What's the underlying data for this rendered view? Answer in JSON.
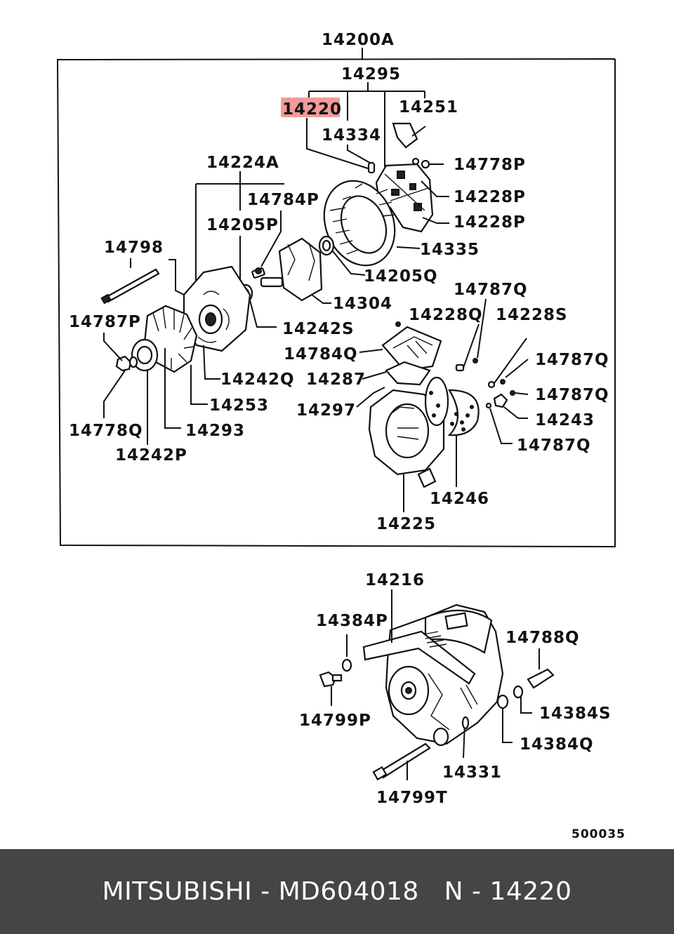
{
  "colors": {
    "highlight": "#f39a9a",
    "footer_bg": "#454545",
    "footer_text": "#ffffff"
  },
  "labels": {
    "assembly": "14200A",
    "brush_set": "14295",
    "highlighted": "14220",
    "l14251": "14251",
    "l14334": "14334",
    "l14778P": "14778P",
    "l14228P_a": "14228P",
    "l14228P_b": "14228P",
    "l14224A": "14224A",
    "l14784P": "14784P",
    "l14205P": "14205P",
    "l14335": "14335",
    "l14798": "14798",
    "l14205Q": "14205Q",
    "l14304": "14304",
    "l14787Q_a": "14787Q",
    "l14787P": "14787P",
    "l14242S": "14242S",
    "l14228Q": "14228Q",
    "l14228S": "14228S",
    "l14784Q": "14784Q",
    "l14787Q_b": "14787Q",
    "l14242Q": "14242Q",
    "l14287": "14287",
    "l14787Q_c": "14787Q",
    "l14253": "14253",
    "l14297": "14297",
    "l14243": "14243",
    "l14778Q": "14778Q",
    "l14293": "14293",
    "l14787Q_d": "14787Q",
    "l14242P": "14242P",
    "l14246": "14246",
    "l14225": "14225",
    "l14216": "14216",
    "l14384P": "14384P",
    "l14788Q": "14788Q",
    "l14384S": "14384S",
    "l14799P": "14799P",
    "l14384Q": "14384Q",
    "l14331": "14331",
    "l14799T": "14799T",
    "diagram_code": "500035"
  },
  "footer": {
    "text": "MITSUBISHI - MD604018   N - 14220"
  }
}
